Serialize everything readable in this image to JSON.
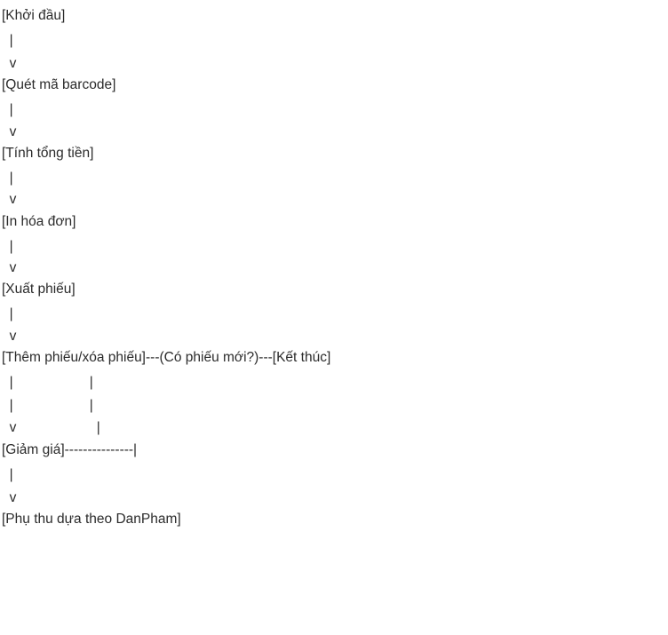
{
  "flow": {
    "lines": [
      "[Khởi đầu]",
      "  |",
      "  v",
      "[Quét mã barcode]",
      "  |",
      "  v",
      "[Tính tổng tiền]",
      "  |",
      "  v",
      "[In hóa đơn]",
      "  |",
      "  v",
      "[Xuất phiếu]",
      "  |",
      "  v",
      "[Thêm phiếu/xóa phiếu]---(Có phiếu mới?)---[Kết thúc]",
      "  |                    |",
      "  |                    |",
      "  v                     |",
      "[Giảm giá]---------------|",
      "  |",
      "  v",
      "[Phụ thu dựa theo DanPham]"
    ]
  }
}
